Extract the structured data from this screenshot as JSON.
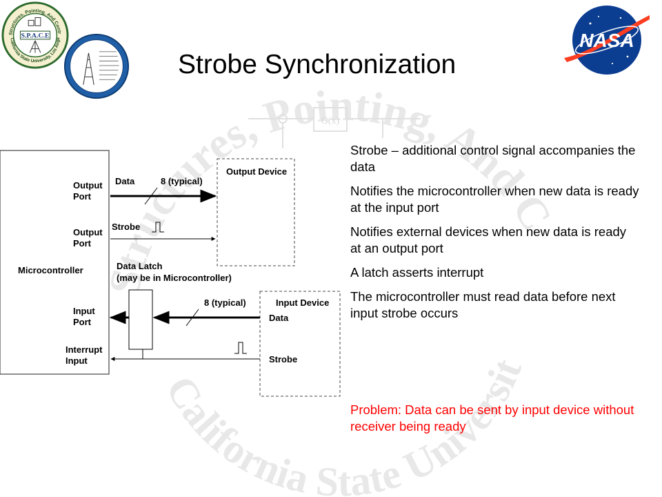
{
  "title": "Strobe Synchronization",
  "logos": {
    "space_top": "Structures, Pointing, And Control Engineering",
    "space_center": "S.P.A.C.E",
    "space_bottom": "California State University, Los Angeles",
    "nasa": "NASA"
  },
  "watermark": {
    "arc_top": "Structures, Pointing, And Control Engineering",
    "arc_bottom": "California State University, Los Angeles",
    "block": "G(x)"
  },
  "diagram": {
    "microcontroller": "Microcontroller",
    "output_port_1": [
      "Output",
      "Port"
    ],
    "output_port_2": [
      "Output",
      "Port"
    ],
    "input_port": [
      "Input",
      "Port"
    ],
    "interrupt_input": [
      "Interrupt",
      "Input"
    ],
    "data_out_label": "Data",
    "data_out_width": "8 (typical)",
    "strobe_out_label": "Strobe",
    "output_device": "Output Device",
    "data_latch": [
      "Data Latch",
      "(may be in Microcontroller)"
    ],
    "data_in_width": "8 (typical)",
    "input_device": "Input Device",
    "input_device_data": "Data",
    "input_device_strobe": "Strobe"
  },
  "bullets": [
    "Strobe – additional control signal accompanies the data",
    "Notifies the microcontroller when new data is ready at the input port",
    "Notifies external devices when new data is ready at an output port",
    "A latch asserts interrupt",
    "The microcontroller must read data before next input strobe occurs"
  ],
  "problem": "Problem: Data can be sent by input device without receiver being ready",
  "colors": {
    "text": "#000000",
    "problem": "#ff0000",
    "nasa_blue": "#0b3d91",
    "nasa_red": "#fc3d21",
    "watermark": "#e6e6e6"
  }
}
